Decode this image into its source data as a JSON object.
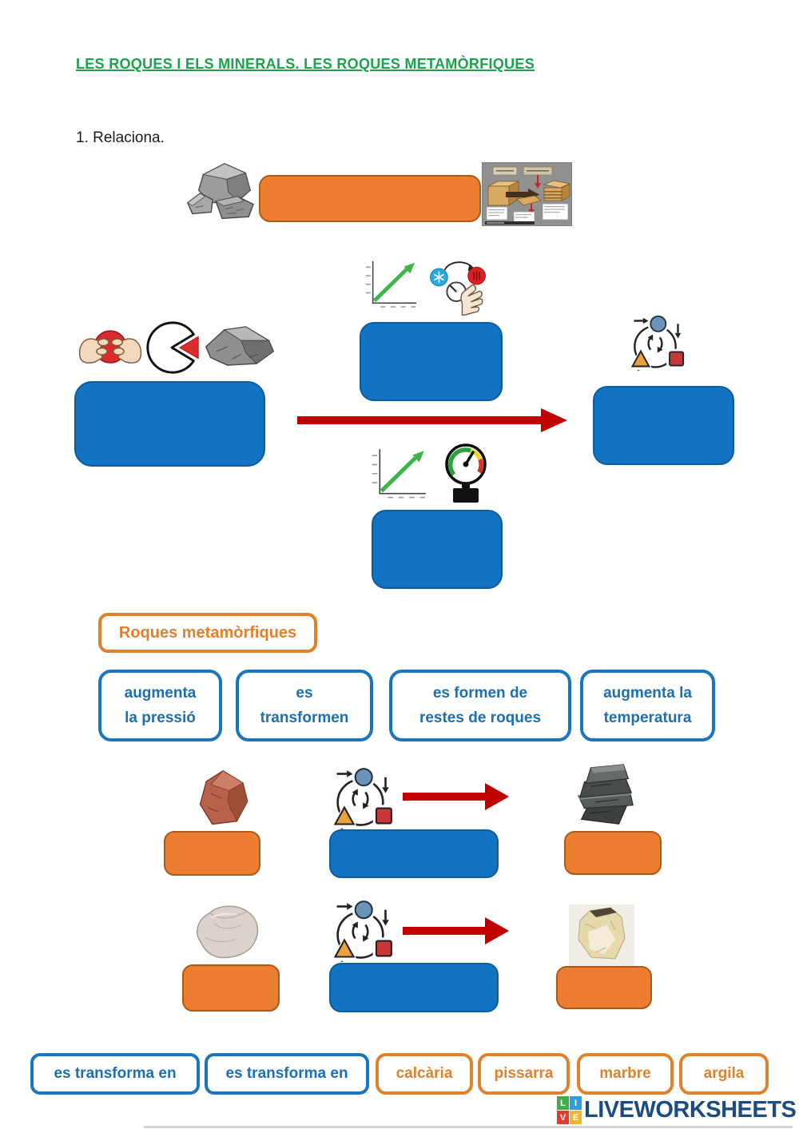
{
  "page": {
    "title": "LES ROQUES I ELS MINERALS. LES ROQUES METAMÒRFIQUES",
    "exercise_label": "1. Relaciona."
  },
  "category_box": {
    "label": "Roques metamòrfiques"
  },
  "option_boxes": [
    {
      "line1": "augmenta",
      "line2": "la pressió"
    },
    {
      "line1": "es",
      "line2": "transformen"
    },
    {
      "line1": "es formen de",
      "line2": "restes de roques"
    },
    {
      "line1": "augmenta la",
      "line2": "temperatura"
    }
  ],
  "word_bank": {
    "blue_items": [
      {
        "label": "es transforma en"
      },
      {
        "label": "es transforma en"
      }
    ],
    "orange_items": [
      {
        "label": "calcària"
      },
      {
        "label": "pissarra"
      },
      {
        "label": "marbre"
      },
      {
        "label": "argila"
      }
    ]
  },
  "logo": {
    "text": "LIVEWORKSHEETS",
    "tiles": [
      {
        "letter": "L"
      },
      {
        "letter": "I"
      },
      {
        "letter": "V"
      },
      {
        "letter": "E"
      }
    ]
  },
  "icons": {
    "snowflake": "❄",
    "cycle": "⟳",
    "arrow_right": "→",
    "arrow_up": "↑",
    "arrow_down": "↓"
  },
  "colors": {
    "title_green": "#1aa34a",
    "answer_blue_fill": "#1173c1",
    "answer_orange_fill": "#ed7d31",
    "outline_blue": "#1b75bc",
    "outline_orange": "#e0812c",
    "arrow_red": "#c00000",
    "logo_navy": "#1c4b80"
  }
}
